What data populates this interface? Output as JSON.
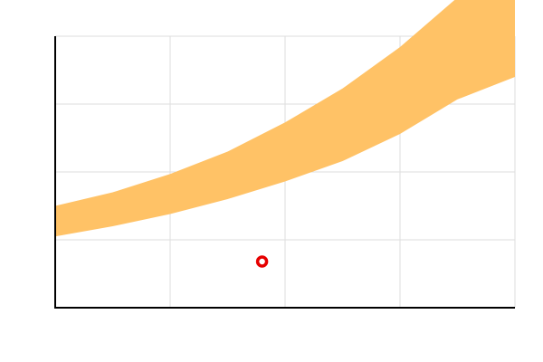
{
  "chart_data": {
    "type": "area",
    "title": "",
    "xlabel": "",
    "ylabel": "",
    "xlim": [
      0,
      4
    ],
    "ylim": [
      0,
      4
    ],
    "grid": true,
    "x_grid_ticks": [
      0,
      1,
      2,
      3,
      4
    ],
    "y_grid_ticks": [
      0,
      1,
      2,
      3,
      4
    ],
    "band": {
      "color": "#ffc266",
      "x": [
        0,
        0.5,
        1,
        1.5,
        2,
        2.5,
        3,
        3.5,
        4
      ],
      "lower": [
        1.05,
        1.2,
        1.38,
        1.6,
        1.86,
        2.16,
        2.56,
        3.07,
        3.4
      ],
      "upper": [
        1.5,
        1.7,
        1.97,
        2.3,
        2.73,
        3.23,
        3.84,
        4.57,
        5.5
      ]
    },
    "points": [
      {
        "x": 1.8,
        "y": 0.68,
        "color": "#e60000"
      }
    ]
  }
}
